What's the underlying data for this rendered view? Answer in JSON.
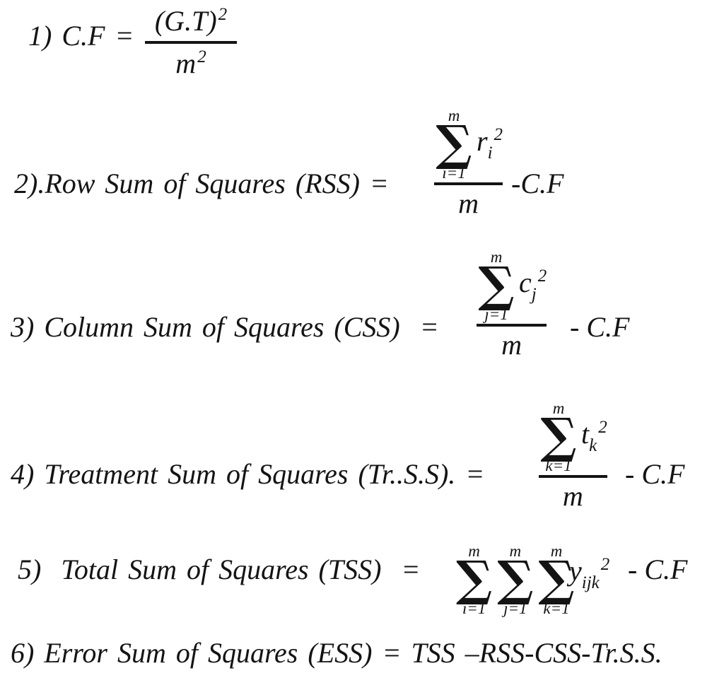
{
  "page": {
    "background": "#ffffff",
    "text_color": "#141414"
  },
  "formulas": {
    "f1": {
      "label": "1) C.F =",
      "numerator_base": "(G.T)",
      "numerator_sup": "2",
      "denominator_base": "m",
      "denominator_sup": "2"
    },
    "f2": {
      "label": "2).Row Sum of Squares (RSS) =",
      "sum": {
        "upper": "m",
        "sigma": "∑",
        "lower": "i=1"
      },
      "variable": "r",
      "variable_sub": "i",
      "variable_sup": "2",
      "denominator": "m",
      "tail": "-C.F"
    },
    "f3": {
      "label": "3) Column Sum of Squares (CSS)  =",
      "sum": {
        "upper": "m",
        "sigma": "∑",
        "lower": "j=1"
      },
      "variable": "c",
      "variable_sub": "j",
      "variable_sup": "2",
      "denominator": "m",
      "tail": "- C.F"
    },
    "f4": {
      "label": "4) Treatment Sum of Squares (Tr..S.S). =",
      "sum": {
        "upper": "m",
        "sigma": "∑",
        "lower": "k=1"
      },
      "variable": "t",
      "variable_sub": "k",
      "variable_sup": "2",
      "denominator": "m",
      "tail": "- C.F"
    },
    "f5": {
      "label": "5)  Total Sum of Squares (TSS)  =",
      "sums": [
        {
          "upper": "m",
          "sigma": "∑",
          "lower": "i=1"
        },
        {
          "upper": "m",
          "sigma": "∑",
          "lower": "j=1"
        },
        {
          "upper": "m",
          "sigma": "∑",
          "lower": "k=1"
        }
      ],
      "variable": "y",
      "variable_sub": "ijk",
      "variable_sup": "2",
      "tail": "- C.F"
    },
    "f6": {
      "label": "6) Error Sum of Squares (ESS) = TSS –RSS-CSS-Tr.S.S."
    }
  }
}
